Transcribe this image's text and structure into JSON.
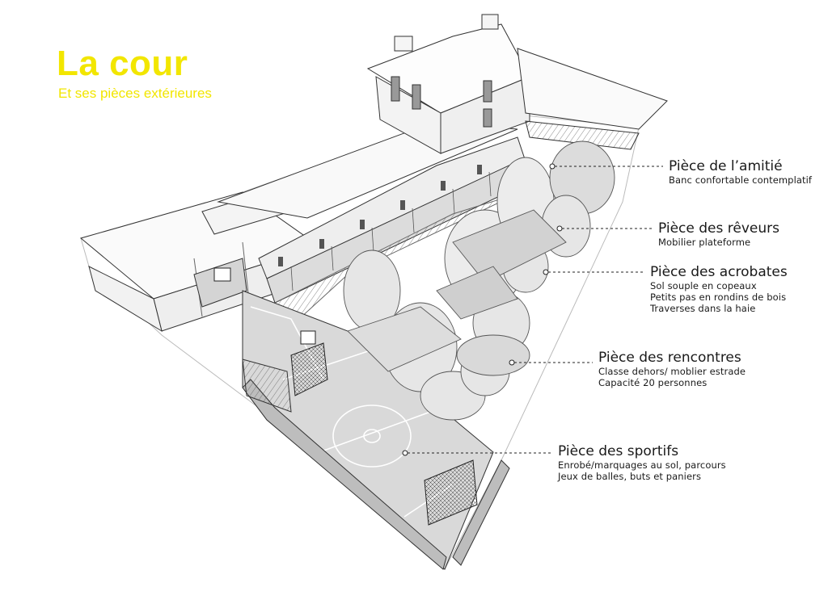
{
  "header": {
    "title": "La cour",
    "subtitle": "Et ses pièces extérieures"
  },
  "colors": {
    "title": "#f2e600",
    "ink": "#1a1a1a",
    "ground": "#d9d9d9",
    "ground_light": "#ececec",
    "vegetation": "#e4e4e4"
  },
  "callouts": [
    {
      "id": "amitie",
      "title": "Pièce de l’amitié",
      "lines": [
        "Banc confortable contemplatif"
      ]
    },
    {
      "id": "reveurs",
      "title": "Pièce des rêveurs",
      "lines": [
        "Mobilier plateforme"
      ]
    },
    {
      "id": "acrobates",
      "title": "Pièce des acrobates",
      "lines": [
        "Sol souple en copeaux",
        "Petits pas en rondins de bois",
        "Traverses dans la haie"
      ]
    },
    {
      "id": "rencontres",
      "title": "Pièce des rencontres",
      "lines": [
        "Classe dehors/ moblier estrade",
        "Capacité 20 personnes"
      ]
    },
    {
      "id": "sportifs",
      "title": "Pièce des sportifs",
      "lines": [
        "Enrobé/marquages au sol, parcours",
        "Jeux de balles, buts et paniers"
      ]
    }
  ]
}
